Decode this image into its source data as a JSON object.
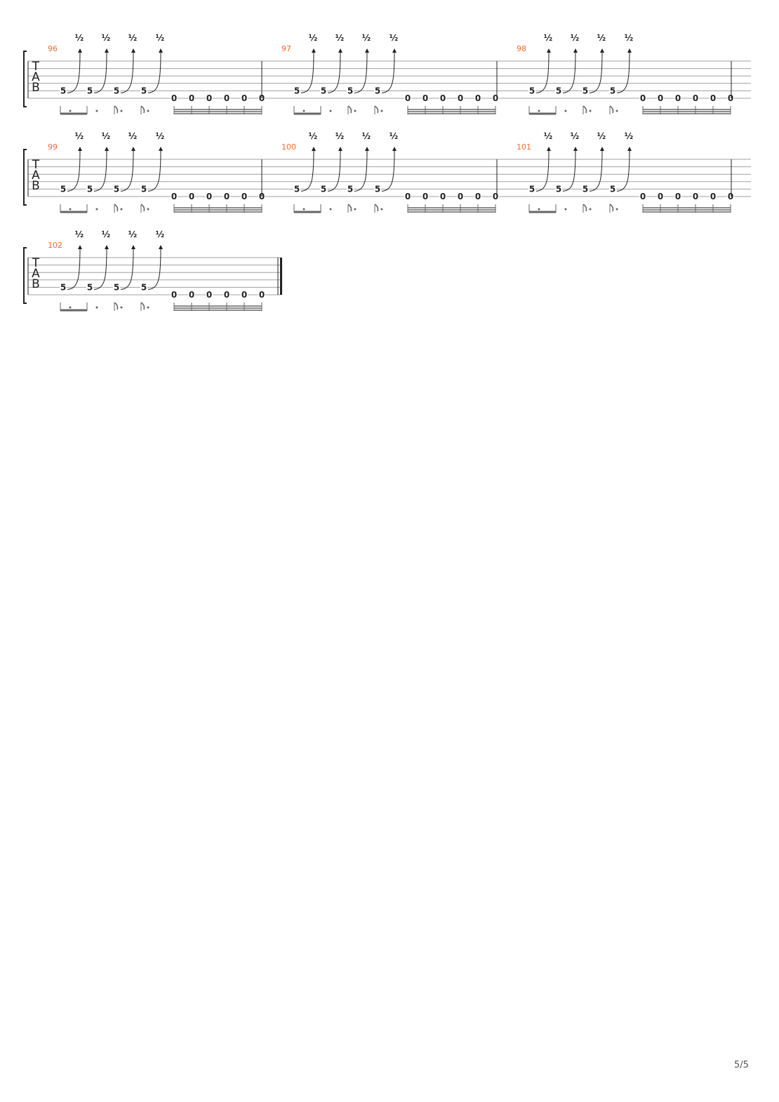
{
  "page": {
    "page_number": "5/5"
  },
  "tab_clef": [
    "T",
    "A",
    "B"
  ],
  "colors": {
    "measure_number": "#f26a30",
    "ink": "#222222",
    "staff_line": "#a0a0a0"
  },
  "bend_label": "½",
  "systems": [
    {
      "measures": [
        {
          "number": "96",
          "bent_notes": [
            "5",
            "5",
            "5",
            "5"
          ],
          "open_notes": [
            "0",
            "0",
            "0",
            "0",
            "0",
            "0"
          ]
        },
        {
          "number": "97",
          "bent_notes": [
            "5",
            "5",
            "5",
            "5"
          ],
          "open_notes": [
            "0",
            "0",
            "0",
            "0",
            "0",
            "0"
          ]
        },
        {
          "number": "98",
          "bent_notes": [
            "5",
            "5",
            "5",
            "5"
          ],
          "open_notes": [
            "0",
            "0",
            "0",
            "0",
            "0",
            "0"
          ]
        }
      ]
    },
    {
      "measures": [
        {
          "number": "99",
          "bent_notes": [
            "5",
            "5",
            "5",
            "5"
          ],
          "open_notes": [
            "0",
            "0",
            "0",
            "0",
            "0",
            "0"
          ]
        },
        {
          "number": "100",
          "bent_notes": [
            "5",
            "5",
            "5",
            "5"
          ],
          "open_notes": [
            "0",
            "0",
            "0",
            "0",
            "0",
            "0"
          ]
        },
        {
          "number": "101",
          "bent_notes": [
            "5",
            "5",
            "5",
            "5"
          ],
          "open_notes": [
            "0",
            "0",
            "0",
            "0",
            "0",
            "0"
          ]
        }
      ]
    },
    {
      "measures": [
        {
          "number": "102",
          "bent_notes": [
            "5",
            "5",
            "5",
            "5"
          ],
          "open_notes": [
            "0",
            "0",
            "0",
            "0",
            "0",
            "0"
          ],
          "final": true
        }
      ]
    }
  ]
}
